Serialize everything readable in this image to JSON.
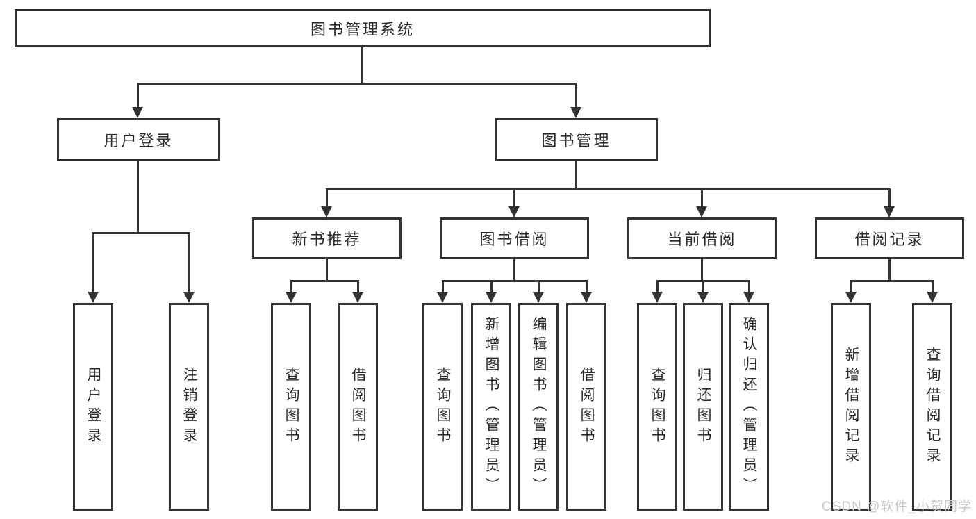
{
  "diagram": {
    "nodes": {
      "root": "图书管理系统",
      "login": {
        "label": "用户登录",
        "children": [
          "用户登录",
          "注销登录"
        ]
      },
      "mgmt": {
        "label": "图书管理",
        "sections": [
          {
            "label": "新书推荐",
            "children": [
              "查询图书",
              "借阅图书"
            ]
          },
          {
            "label": "图书借阅",
            "children": [
              "查询图书",
              "新增图书（管理员）",
              "编辑图书（管理员）",
              "借阅图书"
            ]
          },
          {
            "label": "当前借阅",
            "children": [
              "查询图书",
              "归还图书",
              "确认归还（管理员）"
            ]
          },
          {
            "label": "借阅记录",
            "children": [
              "新增借阅记录",
              "查询借阅记录"
            ]
          }
        ]
      }
    },
    "watermark": "CSDN @软件_小贺同学",
    "colors": {
      "line": "#333333",
      "text": "#2a2a2a",
      "watermark": "#c9c9c9",
      "background": "#ffffff"
    }
  }
}
